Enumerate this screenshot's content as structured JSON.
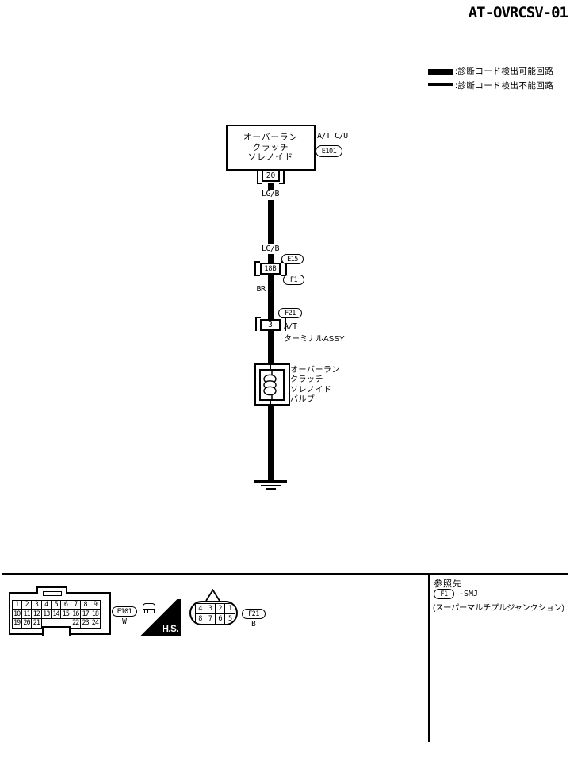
{
  "title": "AT-OVRCSV-01",
  "legend": {
    "detectable": ":診断コード検出可能回路",
    "undetectable": ":診断コード検出不能回路"
  },
  "circuit": {
    "at_cu": {
      "name_lines": [
        "オーバーラン",
        "クラッチ",
        "ソレノイド"
      ],
      "unit": "A/T C/U",
      "connector_ref": "E101",
      "pin": "20"
    },
    "wire_colors": {
      "top": "LG/B",
      "mid": "LG/B",
      "bottom": "BR"
    },
    "junction": {
      "pin": "18B",
      "upper_ref": "E15",
      "lower_ref": "F1"
    },
    "terminal": {
      "pin": "3",
      "ref": "F21",
      "line1": "A/T",
      "line2": "ターミナルASSY"
    },
    "solenoid": {
      "name_lines": [
        "オーバーラン",
        "クラッチ",
        "ソレノイド",
        "バルブ"
      ]
    }
  },
  "footer": {
    "e101_connector": {
      "ref": "E101",
      "color_code": "W",
      "rows": [
        [
          "1",
          "2",
          "3",
          "4",
          "5",
          "6",
          "7",
          "8",
          "9"
        ],
        [
          "10",
          "11",
          "12",
          "13",
          "14",
          "15",
          "16",
          "17",
          "18"
        ],
        [
          "19",
          "20",
          "21",
          "",
          "",
          "",
          "22",
          "23",
          "24"
        ]
      ]
    },
    "hs_label": "H.S.",
    "f21_connector": {
      "ref": "F21",
      "color_code": "B",
      "rows": [
        [
          "4",
          "3",
          "2",
          "1"
        ],
        [
          "8",
          "7",
          "6",
          "5"
        ]
      ]
    },
    "reference": {
      "heading": "参照先",
      "ref": "F1",
      "target": "-SMJ",
      "note": "(スーパーマルチプルジャンクション)"
    }
  }
}
